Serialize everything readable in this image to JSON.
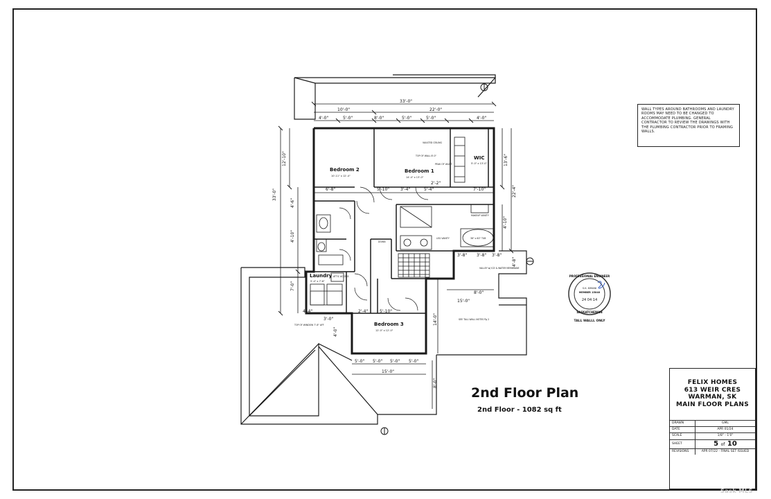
{
  "rooms": {
    "bedroom2": {
      "name": "Bedroom 2",
      "size": "10'-11\" x 12'-4\""
    },
    "bedroom1": {
      "name": "Bedroom 1",
      "size": "14'-4\" x 13'-0\""
    },
    "wic": {
      "name": "WIC",
      "size": "5'-0\" x 13'-0\""
    },
    "bedroom3": {
      "name": "Bedroom 3",
      "size": "12'-0\" x 12'-0\""
    },
    "laundry": {
      "name": "Laundry",
      "size": "5'-4\" x 7'-6\""
    },
    "attic": {
      "name": "ATTIC ACCESS"
    },
    "tub": {
      "name": "36\" x 60\" TUB"
    },
    "vanity": {
      "name": "LEG VANITY"
    },
    "makeup": {
      "name": "MAKEUP VANITY"
    },
    "down": {
      "name": "DOWN"
    },
    "valley": {
      "name": "VALLEY w/ ICE & WATER MEMBRANE"
    },
    "vaulted": {
      "name": "VAULTED CEILING"
    },
    "top_of_wall": {
      "name": "TOP OF WALL 8'-0\""
    },
    "peak": {
      "name": "PEAK OF VAULT"
    },
    "top_window": {
      "name": "TOP OF WINDOW 7'-6\" AFF"
    },
    "tall_walls": {
      "name": "SEE TALL WALL NOTES Pg 2"
    }
  },
  "dims": {
    "total_width": "33'-0\"",
    "upper_left": "10'-0\"",
    "upper_right": "22'-0\"",
    "top_row": [
      "4'-0\"",
      "5'-0\"",
      "8'-0\"",
      "5'-0\"",
      "5'-0\"",
      "4'-0\""
    ],
    "left_total": "33'-0\"",
    "left_a": "12'-10\"",
    "left_b": "4'-6\"",
    "left_c": "4'-10\"",
    "left_d": "7'-0\"",
    "right_a": "13'-6\"",
    "right_total": "22'-4\"",
    "right_b": "4'-10\"",
    "right_c": "4'-8\"",
    "hall_row": [
      "6'-8\"",
      "5'-10\"",
      "3'-4\"",
      "5'-4\"",
      "7'-10\""
    ],
    "mid_row": [
      "2'-2\""
    ],
    "lower_row": [
      "3'-8\"",
      "3'-8\"",
      "3'-8\""
    ],
    "bath_row": [
      "5'-10\"",
      "2'-4\""
    ],
    "laundry_row": [
      "4'-4\"",
      "3'-0\""
    ],
    "bottom_row": [
      "5'-0\"",
      "5'-0\"",
      "5'-0\"",
      "5'-0\""
    ],
    "bottom_total": "15'-0\"",
    "right_ext": "15'-0\"",
    "right_ext_b": "8'-0\"",
    "b3_left": "4'-0\"",
    "b3_right": "14'-0\"",
    "lower_right": "8'-0\""
  },
  "notes": "WALL TYPES AROUND BATHROOMS AND LAUNDRY ROOMS MAY NEED TO BE CHANGED TO ACCOMMODATE PLUMBING. GENERAL CONTRACTOR TO REVIEW THE DRAWINGS WITH THE PLUMBING CONTRACTOR PRIOR TO FRAMING WALLS.",
  "plan_title": "2nd Floor Plan",
  "plan_subtitle": "2nd Floor - 1082 sq ft",
  "title_block": {
    "company": "FELIX HOMES",
    "address": "613 WEIR CRES",
    "city": "WARMAN, SK",
    "sheet_title": "MAIN FLOOR PLANS",
    "rows": [
      {
        "key": "DRAWN",
        "value": "GML"
      },
      {
        "key": "DATE",
        "value": "APR 01/24"
      },
      {
        "key": "SCALE",
        "value": "1/8\" - 1'0\""
      }
    ],
    "sheet_key": "SHEET",
    "sheet_num": "5",
    "sheet_of": "of",
    "sheet_total": "10",
    "revision_key": "REVISIONS",
    "revision_value": "APR 07/22 - FINAL SET ISSUED"
  },
  "stamp": {
    "ring_top": "PROFESSIONAL ENGINEER",
    "name": "S.K. KIMANI",
    "member": "MEMBER 15040",
    "date": "24 04 14",
    "ring_bottom": "SASKATCHEWAN",
    "note": "TALL WALLL ONLY"
  },
  "watermark": "Sask MLS"
}
